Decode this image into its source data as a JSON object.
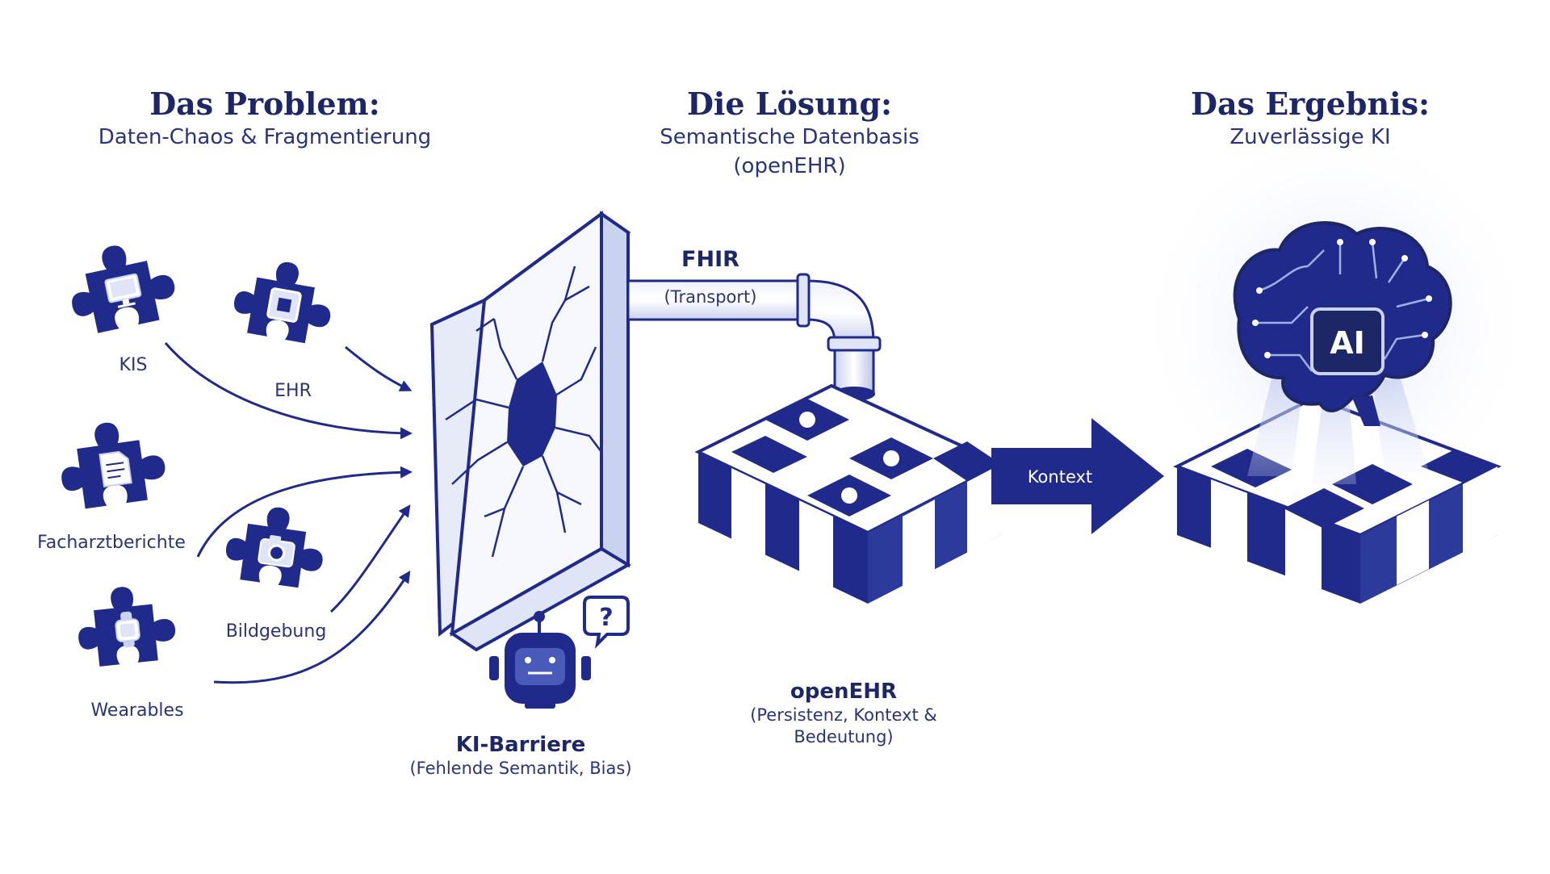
{
  "headers": {
    "problem": {
      "title": "Das Problem:",
      "subtitle": "Daten-Chaos & Fragmentierung"
    },
    "solution": {
      "title": "Die Lösung:",
      "subtitle_line1": "Semantische Datenbasis",
      "subtitle_line2": "(openEHR)"
    },
    "result": {
      "title": "Das Ergebnis:",
      "subtitle": "Zuverlässige KI"
    }
  },
  "sources": [
    {
      "id": "kis",
      "label": "KIS",
      "icon": "monitor-icon"
    },
    {
      "id": "ehr",
      "label": "EHR",
      "icon": "chip-icon"
    },
    {
      "id": "facharzt",
      "label": "Facharztberichte",
      "icon": "document-icon"
    },
    {
      "id": "bildgebung",
      "label": "Bildgebung",
      "icon": "camera-icon"
    },
    {
      "id": "wearables",
      "label": "Wearables",
      "icon": "watch-icon"
    }
  ],
  "pipe": {
    "label": "FHIR",
    "sublabel": "(Transport)"
  },
  "barrier": {
    "label": "KI-Barriere",
    "sublabel": "(Fehlende Semantik, Bias)",
    "speech": "?"
  },
  "openehr": {
    "label": "openEHR",
    "sublabel_line1": "(Persistenz, Kontext &",
    "sublabel_line2": "Bedeutung)"
  },
  "arrow": {
    "label": "Kontext"
  },
  "ai": {
    "label": "AI"
  },
  "colors": {
    "primary": "#1f2a8a",
    "dark": "#1d2768",
    "light": "#dfe5f7"
  }
}
